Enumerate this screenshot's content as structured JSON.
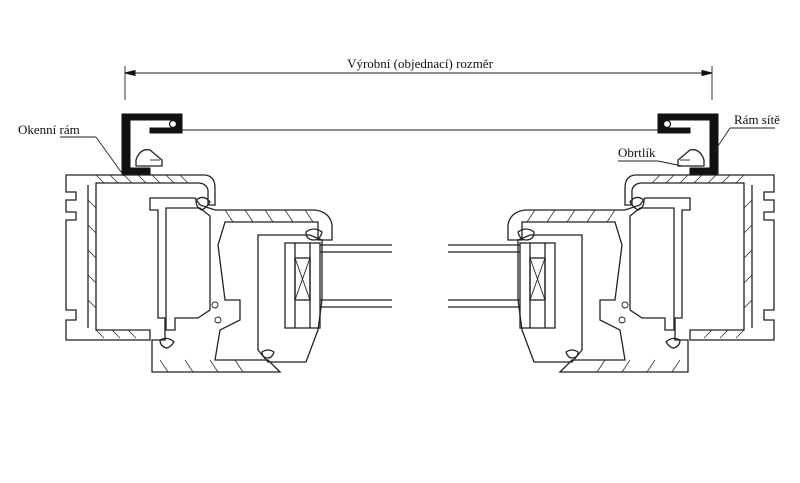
{
  "labels": {
    "dimension": "Výrobní (objednací) rozměr",
    "window_frame": "Okenní rám",
    "screen_frame": "Rám sítě",
    "bracket": "Obrtlík"
  },
  "colors": {
    "line": "#222222",
    "screen_frame_fill": "#111111",
    "background": "#ffffff"
  }
}
